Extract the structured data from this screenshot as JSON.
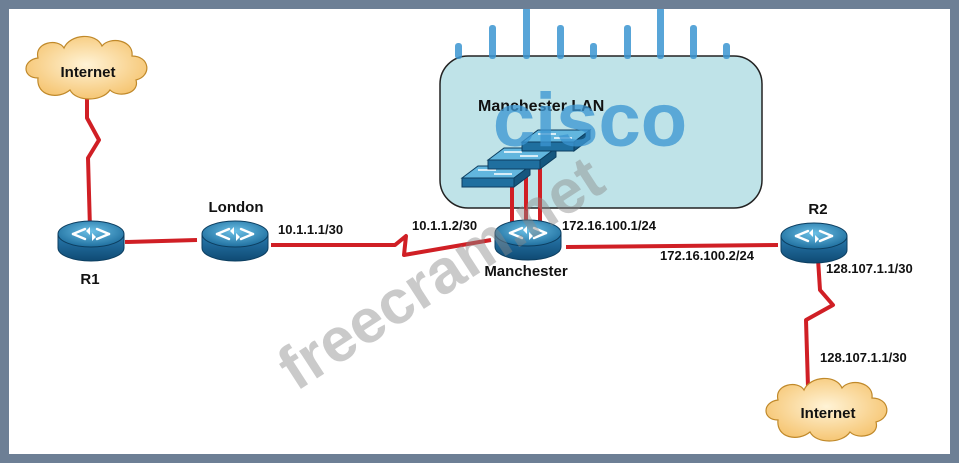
{
  "diagram": {
    "clouds": [
      {
        "id": "internet-top",
        "label": "Internet"
      },
      {
        "id": "internet-bottom",
        "label": "Internet"
      }
    ],
    "lan": {
      "label": "Manchester LAN"
    },
    "routers": {
      "r1": "R1",
      "london": "London",
      "manchester": "Manchester",
      "r2": "R2"
    },
    "addresses": {
      "london_serial": "10.1.1.1/30",
      "manchester_serial": "10.1.1.2/30",
      "manchester_eth": "172.16.100.1/24",
      "r2_eth": "172.16.100.2/24",
      "r2_internet": "128.107.1.1/30",
      "internet_bottom": "128.107.1.1/30"
    },
    "watermarks": {
      "cisco": "cisco",
      "site": "freecram.net"
    }
  },
  "colors": {
    "link": "#d01f25",
    "router": "#2b7fb0",
    "cloud": "#fcd38a",
    "lan": "#bfe3e8",
    "watermark_blue": "#3c96d2"
  }
}
